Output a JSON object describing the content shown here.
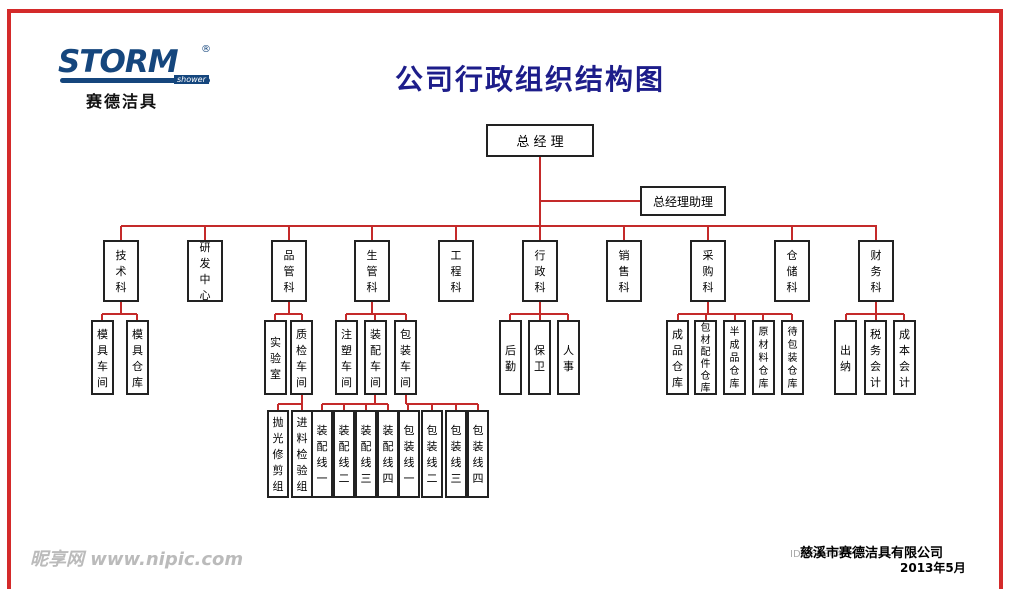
{
  "logo": {
    "word": "STORM",
    "reg": "®",
    "sub": "shower",
    "cn": "赛德洁具"
  },
  "title": "公司行政组织结构图",
  "top": {
    "gm": "总 经 理",
    "assistant": "总经理助理"
  },
  "departments": [
    {
      "name": "技术科"
    },
    {
      "name": "研发中心"
    },
    {
      "name": "品管科"
    },
    {
      "name": "生管科"
    },
    {
      "name": "工程科"
    },
    {
      "name": "行政科"
    },
    {
      "name": "销售科"
    },
    {
      "name": "采购科"
    },
    {
      "name": "仓储科"
    },
    {
      "name": "财务科"
    }
  ],
  "subunits": {
    "tech": [
      "模具车间",
      "模具仓库"
    ],
    "qc": [
      "实验室",
      "质检车间"
    ],
    "prod": [
      "注塑车间",
      "装配车间",
      "包装车间"
    ],
    "admin": [
      "后勤",
      "保卫",
      "人事"
    ],
    "purchase": [
      "成品仓库",
      "包材配件仓库",
      "半成品仓库",
      "原材料仓库",
      "待包装仓库"
    ],
    "finance": [
      "出纳",
      "税务会计",
      "成本会计"
    ]
  },
  "teams": [
    "抛光修剪组",
    "进料检验组",
    "装配线一",
    "装配线二",
    "装配线三",
    "装配线四",
    "包装线一",
    "包装线二",
    "包装线三",
    "包装线四"
  ],
  "footer": {
    "company": "慈溪市赛德洁具有限公司",
    "date": "2013年5月"
  },
  "watermark": {
    "text": "昵享网 www.nipic.com",
    "id": "ID:8678642"
  },
  "colors": {
    "frame": "#d42a2a",
    "connector": "#c42a2a",
    "title": "#1d1d8a",
    "logo": "#15467d"
  }
}
